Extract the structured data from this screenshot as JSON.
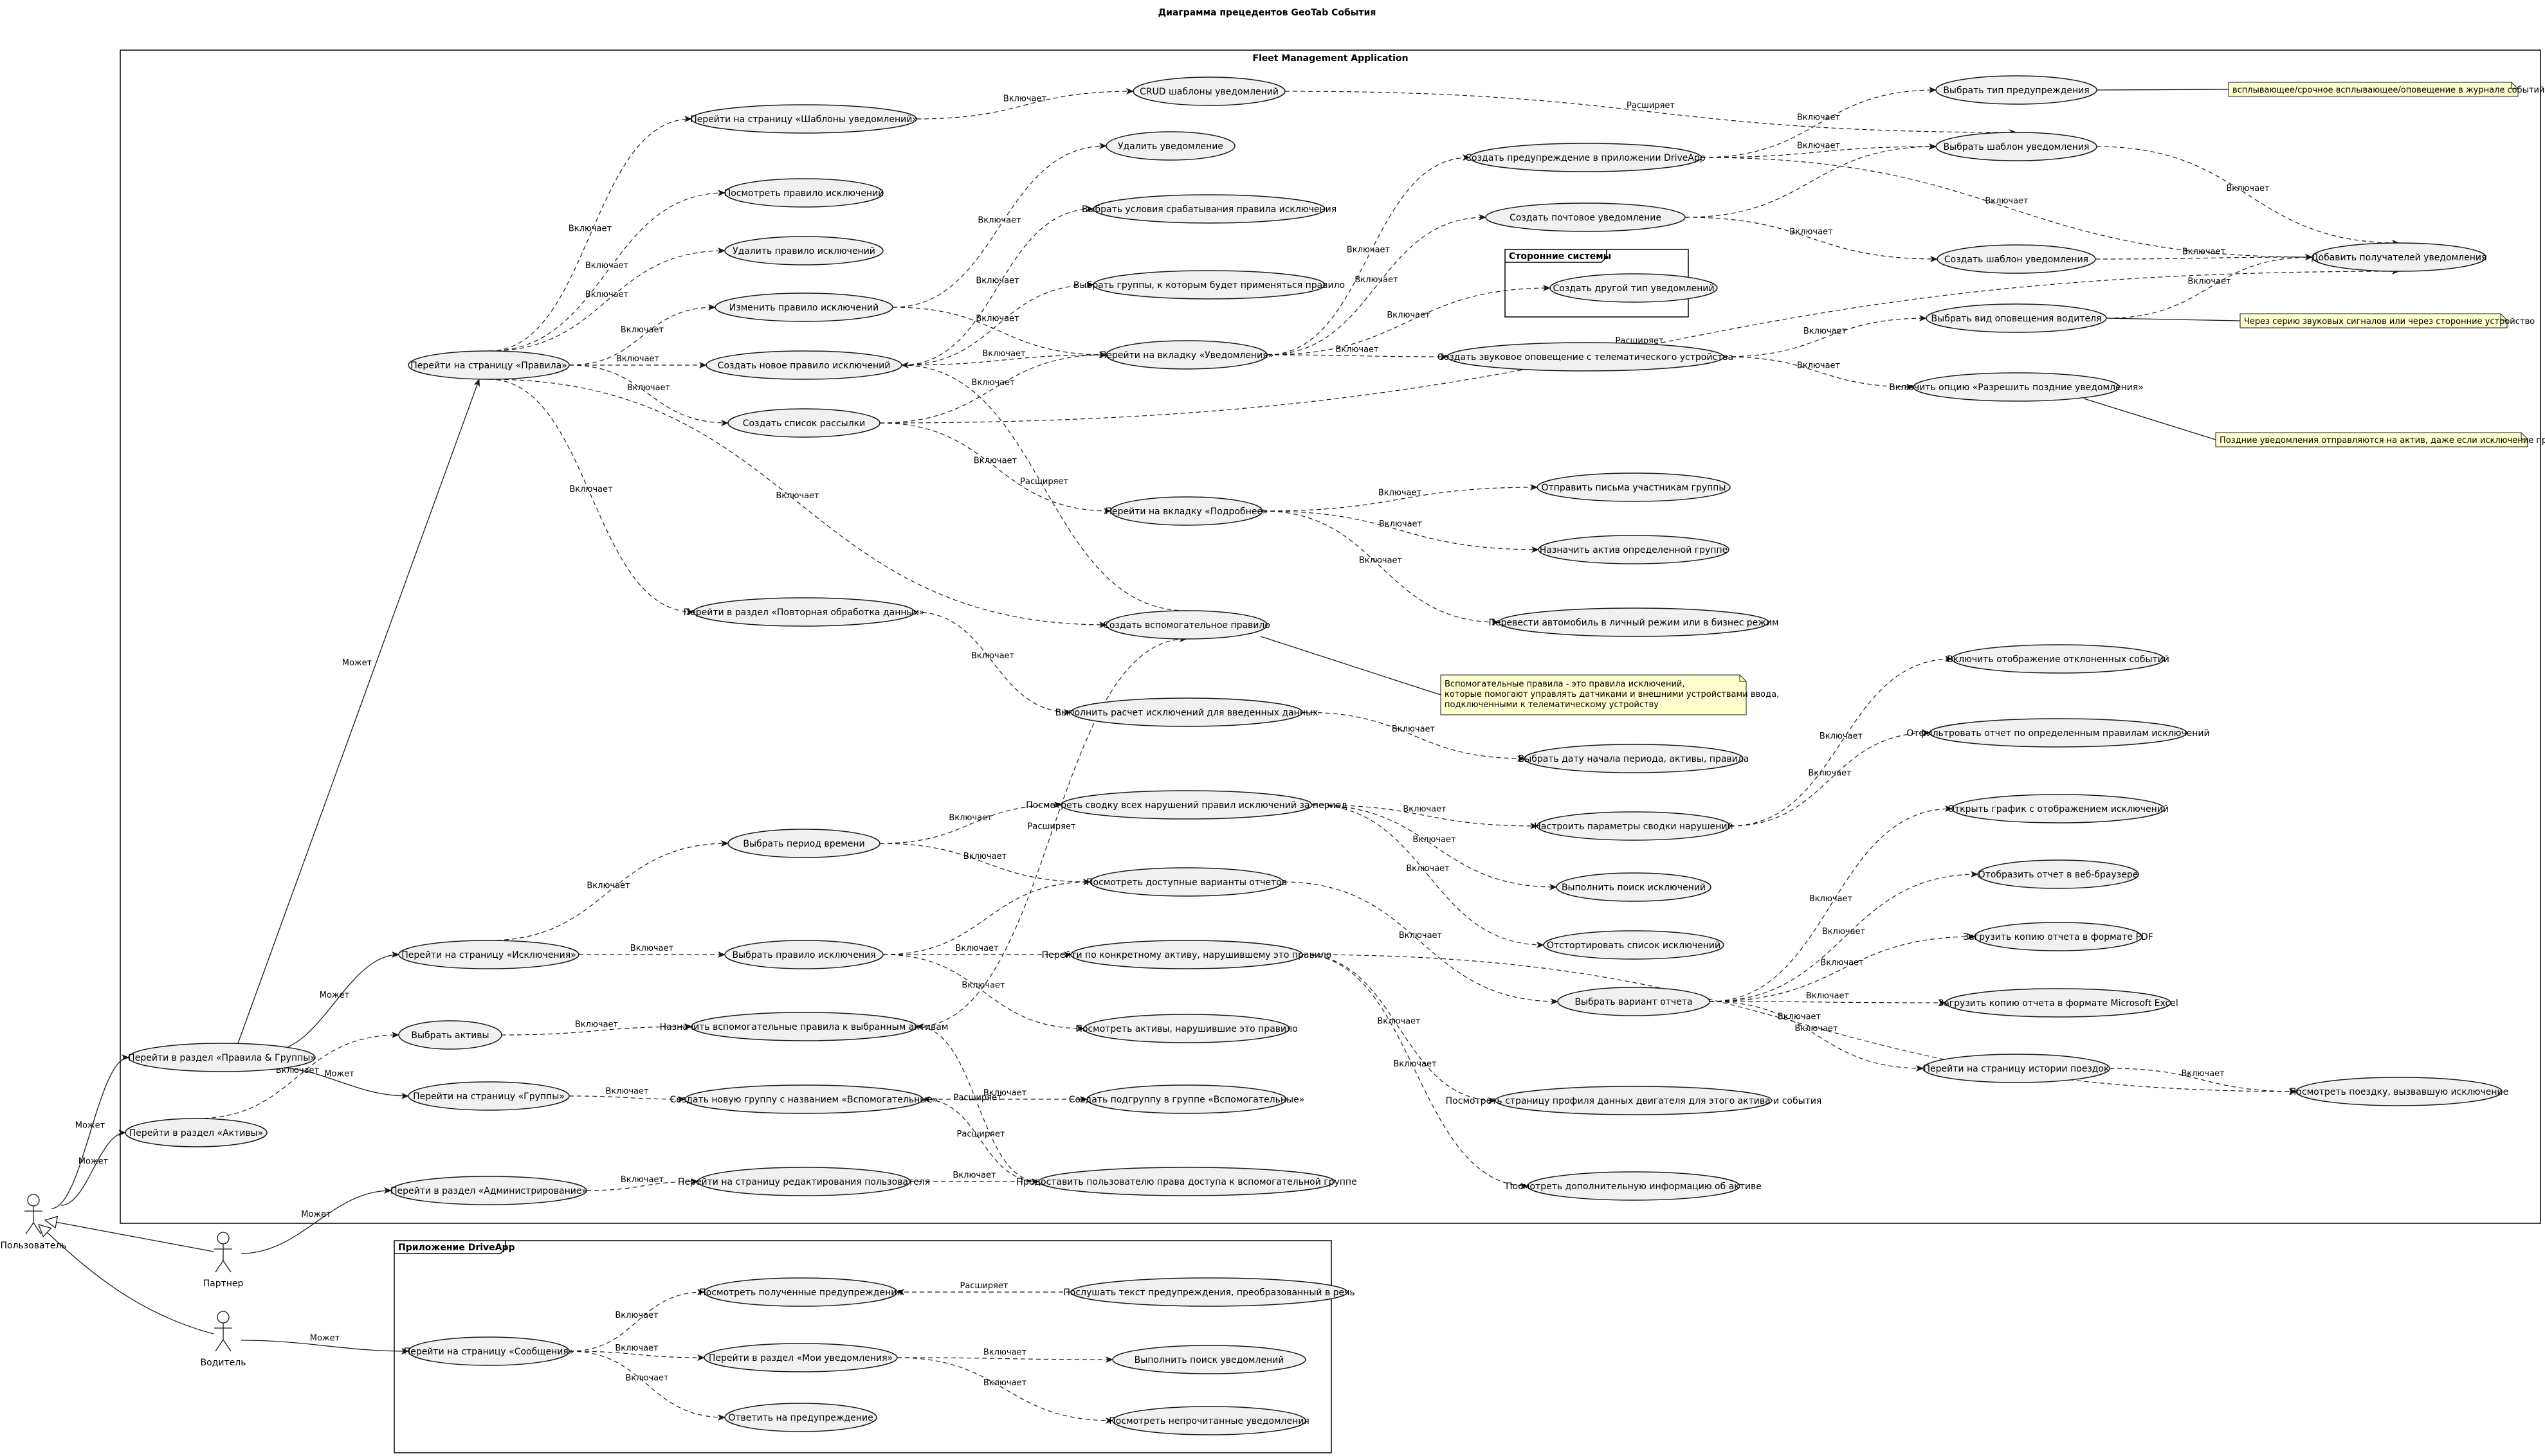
{
  "title": "Диаграмма прецедентов GeoTab События",
  "frames": {
    "fleet": "Fleet Management Application",
    "third_party": "Сторонние системы",
    "driveapp": "Приложение DriveApp"
  },
  "actors": {
    "user": "Пользователь",
    "partner": "Партнер",
    "driver": "Водитель"
  },
  "use_cases": {
    "templates_page": "Перейти на страницу «Шаблоны уведомлений»",
    "crud_templates": "CRUD шаблоны уведомлений",
    "view_exception_rule": "Посмотреть правило исключений",
    "delete_notification": "Удалить уведомление",
    "delete_exception_rule": "Удалить правило исключений",
    "select_trigger_conditions": "Выбрать условия срабатывания правила исключения",
    "edit_exception_rule": "Изменить правило исключений",
    "select_groups": "Выбрать группы, к которым будет применяться правило",
    "rules_page": "Перейти на страницу «Правила»",
    "create_exception_rule": "Создать новое правило исключений",
    "notifications_tab": "Перейти на вкладку «Уведомления»",
    "create_mailing_list": "Создать список рассылки",
    "details_tab": "Перейти на вкладку «Подробнее»",
    "reprocess_section": "Перейти в раздел «Повторная обработка данных»",
    "create_aux_rule": "Создать вспомогательное правило",
    "calc_exceptions": "Выполнить расчет исключений для введенных данных",
    "select_period": "Выбрать период времени",
    "view_violations_summary": "Посмотреть сводку всех нарушений правил исключений за период",
    "view_report_options": "Посмотреть доступные варианты отчетов",
    "exceptions_page": "Перейти на страницу «Исключения»",
    "select_exception_rule": "Выбрать правило исключения",
    "go_to_asset": "Перейти по конкретному активу, нарушившему это правило",
    "select_assets": "Выбрать активы",
    "assign_aux_rules": "Назначить вспомогательные правила к выбранным активам",
    "view_violating_assets": "Посмотреть активы, нарушившие это правило",
    "rules_groups_section": "Перейти в раздел «Правила & Группы»",
    "groups_page": "Перейти на страницу «Группы»",
    "create_aux_group": "Создать новую группу с названием «Вспомогательные»",
    "create_aux_subgroup": "Создать подгруппу в группе «Вспомогательные»",
    "assets_section": "Перейти в раздел «Активы»",
    "admin_section": "Перейти в раздел «Администрирование»",
    "edit_user_page": "Перейти на страницу редактирования пользователя",
    "grant_aux_access": "Предоставить пользователю права доступа к вспомогательной группе",
    "create_driveapp_warning": "Создать предупреждение в приложении DriveApp",
    "create_email_notification": "Создать почтовое уведомление",
    "create_other_notification": "Создать другой тип уведомлений",
    "create_sound_alert": "Создать звуковое оповещение с телематического устройства",
    "send_group_emails": "Отправить письма участникам группы",
    "assign_asset_group": "Назначить актив определенной группе",
    "switch_vehicle_mode": "Перевести автомобиль в личный режим или в бизнес режим",
    "select_start_date": "Выбрать дату начала периода, активы, правила",
    "configure_summary": "Настроить параметры сводки нарушений",
    "search_exceptions": "Выполнить поиск исключений",
    "sort_exceptions": "Отстортировать список исключений",
    "select_report_option": "Выбрать вариант отчета",
    "view_engine_profile": "Посмотреть страницу профиля данных двигателя для этого актива и события",
    "view_asset_info": "Посмотреть дополнительную информацию об активе",
    "select_warning_type": "Выбрать тип предупреждения",
    "select_notification_template": "Выбрать шаблон уведомления",
    "add_recipients": "Добавить получателей уведомления",
    "create_notification_template": "Создать шаблон уведомления",
    "select_driver_alert": "Выбрать вид оповещения водителя",
    "enable_late_notifications": "Включить опцию «Разрешить поздние уведомления»",
    "enable_rejected_events": "Включить отображение отклоненных событий",
    "filter_report": "Отфильтровать отчет по определенным правилам исключений",
    "open_chart": "Открыть график с отображением исключений",
    "show_in_browser": "Отобразить отчет в веб-браузере",
    "download_pdf": "Загрузить копию отчета в формате PDF",
    "download_excel": "Загрузить копию отчета в формате Microsoft Excel",
    "trip_history_page": "Перейти на страницу истории поездок",
    "view_trip": "Посмотреть поездку, вызвавшую исключение",
    "view_received_warnings": "Посмотреть полученные предупреждения",
    "listen_warning": "Послушать текст предупреждения, преобразованный в речь",
    "messages_page": "Перейти на страницу «Сообщения»",
    "my_notifications_section": "Перейти в раздел «Мои уведомления»",
    "search_notifications": "Выполнить поиск уведомлений",
    "reply_warning": "Ответить на предупреждение",
    "view_unread_notifications": "Посмотреть непрочитанные уведомления"
  },
  "notes": {
    "popup": "всплывающее/срочное всплывающее/оповещение в журнале событий",
    "beeps": "Через серию звуковых сигналов или через сторонние устройство",
    "late": "Поздние уведомления отправляются на актив, даже если исключение прошло",
    "aux_rules": [
      "Вспомогательные правила - это правила исключений,",
      "которые помогают управлять датчиками и внешними устройствами ввода,",
      "подключенными к телематическому устройству"
    ]
  },
  "relations": {
    "include": "Включает",
    "extend": "Расширяет",
    "can": "Может"
  }
}
